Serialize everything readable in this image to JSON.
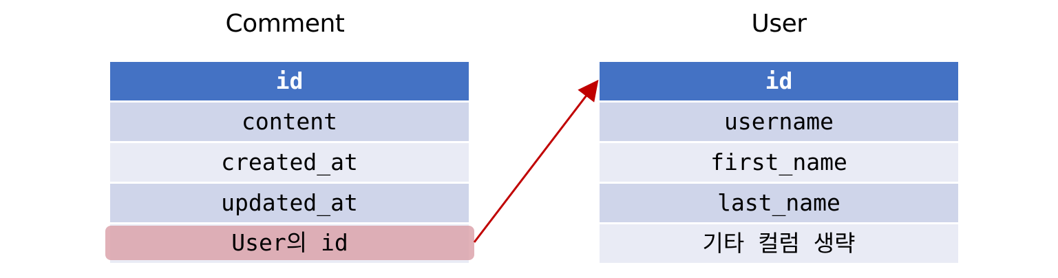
{
  "comment_table": {
    "title": "Comment",
    "header": "id",
    "rows": [
      "content",
      "created_at",
      "updated_at"
    ],
    "foreign_key": "User의 id"
  },
  "user_table": {
    "title": "User",
    "header": "id",
    "rows": [
      "username",
      "first_name",
      "last_name",
      "기타 컬럼 생략"
    ]
  },
  "colors": {
    "header": "#4472c4",
    "row_dark": "#cfd5ea",
    "row_light": "#e9ebf5",
    "highlight": "#dba0a8",
    "arrow": "#c00000"
  }
}
